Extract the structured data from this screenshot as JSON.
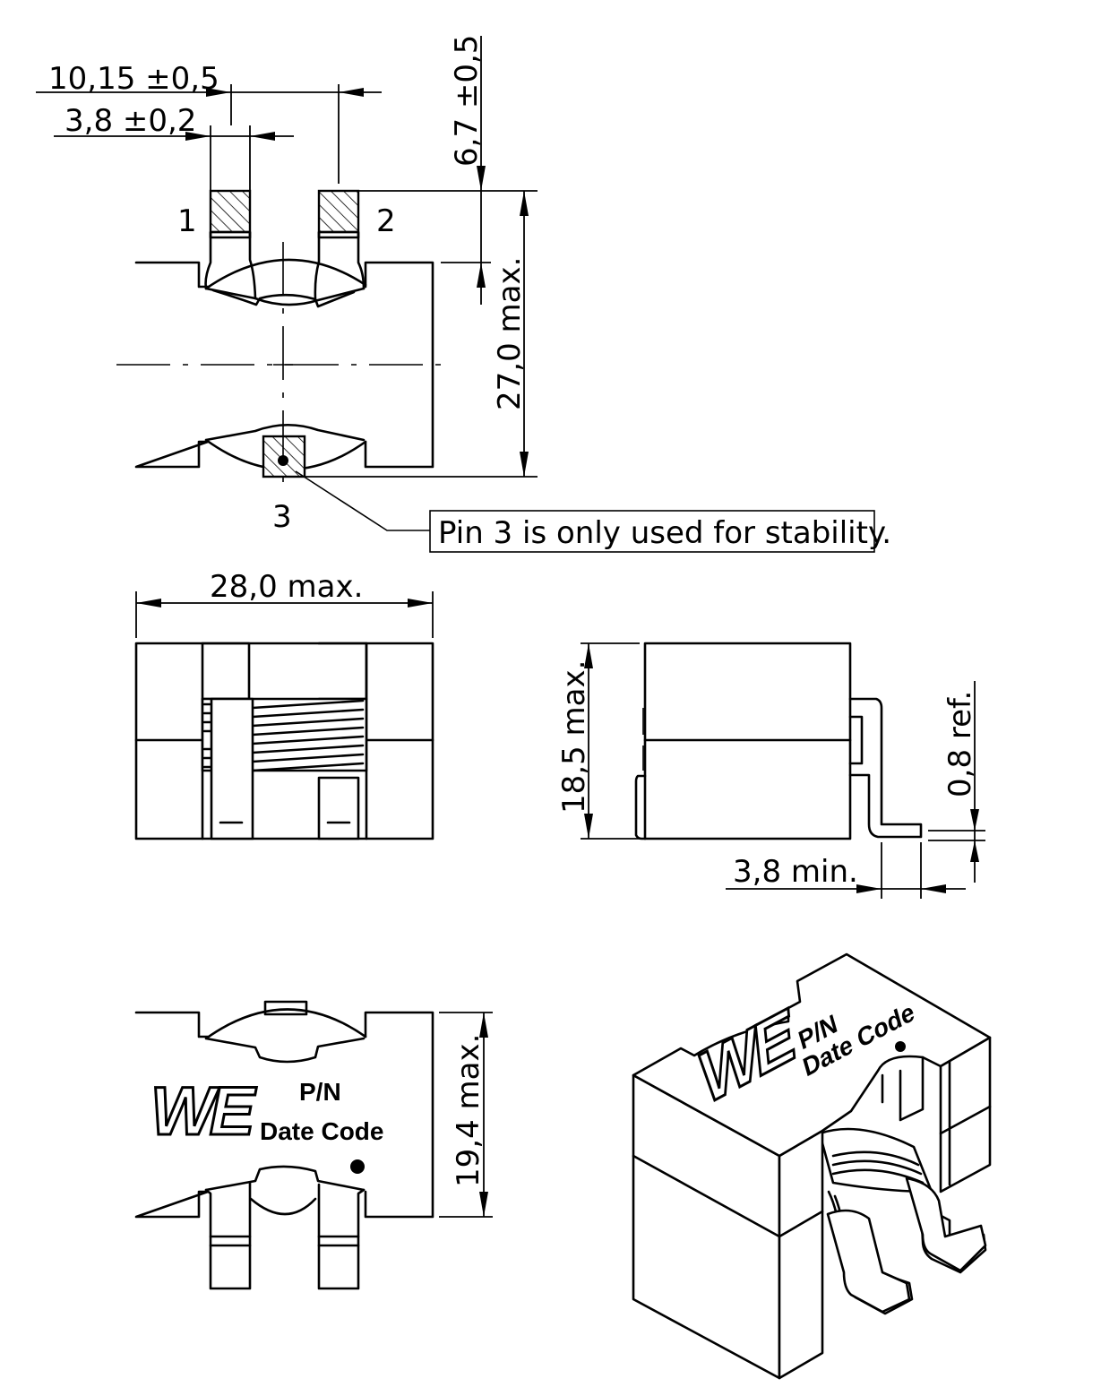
{
  "dimensions": {
    "pitch": "10,15 ±0,5",
    "pin_width": "3,8 ±0,2",
    "lead_length": "6,7 ±0,5",
    "length_top": "27,0  max.",
    "width_front": "28,0  max.",
    "height": "18,5  max.",
    "lead_thickness": "0,8  ref.",
    "lead_extension": "3,8  min.",
    "bottom_depth": "19,4  max."
  },
  "pins": {
    "pin1": "1",
    "pin2": "2",
    "pin3": "3"
  },
  "note": "Pin 3 is only used for stability.",
  "marking": {
    "logo": "WE",
    "part_number": "P/N",
    "date_code": "Date Code"
  }
}
